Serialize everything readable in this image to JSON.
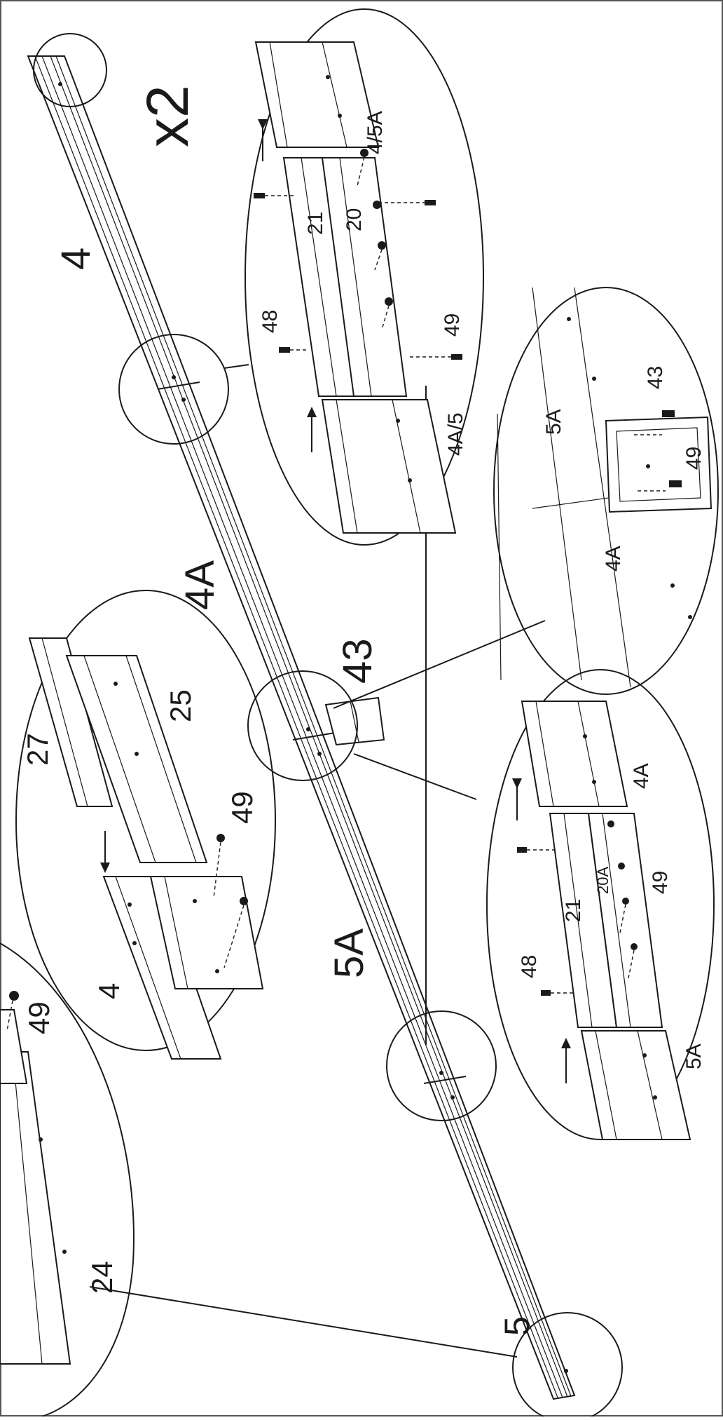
{
  "diagram": {
    "quantity": "x2",
    "main_labels": {
      "part_4": "4",
      "part_4a": "4A",
      "part_5a": "5A",
      "part_5": "5",
      "part_43": "43"
    },
    "detail_top_right": {
      "left_rail": "4A/5",
      "right_rail": "4/5A",
      "splice": "21",
      "bolt_a": "48",
      "bolt_b": "49",
      "nut": "20"
    },
    "detail_middle_right": {
      "left_rail": "5A",
      "right_rail": "4A",
      "bracket": "43",
      "bolt": "49"
    },
    "detail_bottom_right": {
      "left_rail": "5A",
      "right_rail": "4A",
      "splice": "21",
      "nut": "20A",
      "bolt_a": "48",
      "bolt_b": "49"
    },
    "detail_top_left": {
      "rail": "4",
      "end_cap": "25",
      "insert": "27",
      "bolt": "49"
    },
    "detail_bottom_left": {
      "end_cap": "24",
      "bolt": "49"
    }
  }
}
